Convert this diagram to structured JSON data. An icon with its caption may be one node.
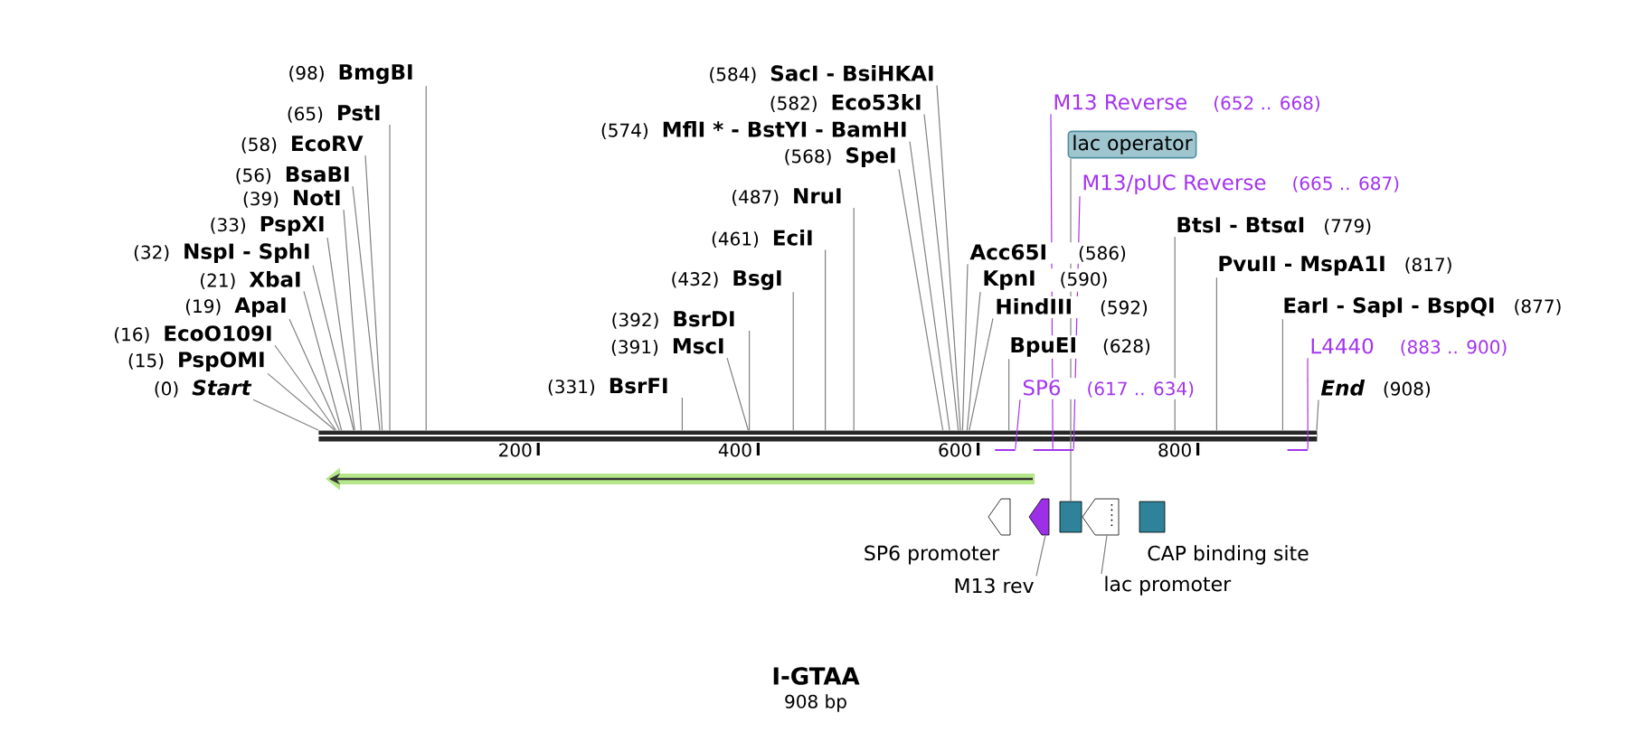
{
  "diagram": {
    "title": "I-GTAA",
    "caption": "908 bp",
    "nodes": [
      {
        "text": [],
        "shape": "bar"
      },
      {
        "text": [
          "(98)",
          "BmgBI"
        ]
      },
      {
        "text": [
          "(65)",
          "PstI"
        ]
      },
      {
        "text": [
          "(58)",
          "EcoRV"
        ]
      },
      {
        "text": [
          "(56)",
          "BsaBI"
        ]
      },
      {
        "text": [
          "(39)",
          "NotI"
        ]
      },
      {
        "text": [
          "(33)",
          "PspXI"
        ]
      },
      {
        "text": [
          "(32)",
          "NspI  - SphI"
        ]
      },
      {
        "text": [
          "(21)",
          "XbaI"
        ]
      },
      {
        "text": [
          "(19)",
          "ApaI"
        ]
      },
      {
        "text": [
          "(16)",
          "EcoO109I"
        ]
      },
      {
        "text": [
          "(15)",
          "PspOMI"
        ]
      },
      {
        "text": [
          "(0)",
          "Start"
        ]
      },
      {
        "text": [
          "(584)",
          "SacI  - BsiHKAI"
        ]
      },
      {
        "text": [
          "(582)",
          "Eco53kI"
        ]
      },
      {
        "text": [
          "(574)",
          "MflI * - BstYI  - BamHI"
        ]
      },
      {
        "text": [
          "(568)",
          "SpeI"
        ]
      },
      {
        "text": [
          "(487)",
          "NruI"
        ]
      },
      {
        "text": [
          "(461)",
          "EciI"
        ]
      },
      {
        "text": [
          "(432)",
          "BsgI"
        ]
      },
      {
        "text": [
          "(392)",
          "BsrDI"
        ]
      },
      {
        "text": [
          "(391)",
          "MscI"
        ]
      },
      {
        "text": [
          "(331)",
          "BsrFI"
        ]
      },
      {
        "text": [
          "Acc65I",
          "(586)"
        ]
      },
      {
        "text": [
          "KpnI",
          "(590)"
        ]
      },
      {
        "text": [
          "HindIII",
          "(592)"
        ]
      },
      {
        "text": [
          "BpuEI",
          "(628)"
        ]
      },
      {
        "text": [
          "BtsI  - BtsαI",
          "(779)"
        ]
      },
      {
        "text": [
          "PvuII  - MspA1I",
          "(817)"
        ]
      },
      {
        "text": [
          "EarI  - SapI  - BspQI",
          "(877)"
        ]
      },
      {
        "text": [
          "End",
          "(908)"
        ]
      },
      {
        "text": [
          "M13 Reverse",
          "(652 .. 668)"
        ]
      },
      {
        "text": [
          "lac operator"
        ]
      },
      {
        "text": [
          "M13/pUC Reverse",
          "(665 .. 687)"
        ]
      },
      {
        "text": [
          "L4440",
          "(883 .. 900)"
        ]
      },
      {
        "text": [
          "SP6",
          "(617 .. 634)"
        ]
      },
      {
        "text": [],
        "shape": "arrow",
        "beside": [
          "SP6 promoter"
        ]
      },
      {
        "text": [],
        "shape": "arrow"
      },
      {
        "text": [],
        "shape": "box"
      },
      {
        "text": [],
        "shape": "arrow"
      },
      {
        "text": [],
        "shape": "box",
        "beside": [
          "CAP binding site"
        ]
      },
      {
        "text": [
          "M13 rev"
        ]
      },
      {
        "text": [
          "lac promoter"
        ]
      }
    ],
    "edges": [
      {
        "from": 1,
        "to": 0,
        "arrow": "none"
      },
      {
        "from": 2,
        "to": 0,
        "arrow": "none"
      },
      {
        "from": 3,
        "to": 0,
        "arrow": "none"
      },
      {
        "from": 4,
        "to": 0,
        "arrow": "none"
      },
      {
        "from": 5,
        "to": 0,
        "arrow": "none"
      },
      {
        "from": 6,
        "to": 0,
        "arrow": "none"
      },
      {
        "from": 7,
        "to": 0,
        "arrow": "none"
      },
      {
        "from": 8,
        "to": 0,
        "arrow": "none"
      },
      {
        "from": 9,
        "to": 0,
        "arrow": "none"
      },
      {
        "from": 10,
        "to": 0,
        "arrow": "none"
      },
      {
        "from": 11,
        "to": 0,
        "arrow": "none"
      },
      {
        "from": 12,
        "to": 0,
        "arrow": "none"
      },
      {
        "from": 13,
        "to": 0,
        "arrow": "none"
      },
      {
        "from": 14,
        "to": 0,
        "arrow": "none"
      },
      {
        "from": 15,
        "to": 0,
        "arrow": "none"
      },
      {
        "from": 16,
        "to": 0,
        "arrow": "none"
      },
      {
        "from": 17,
        "to": 0,
        "arrow": "none"
      },
      {
        "from": 18,
        "to": 0,
        "arrow": "none"
      },
      {
        "from": 19,
        "to": 0,
        "arrow": "none"
      },
      {
        "from": 20,
        "to": 0,
        "arrow": "none"
      },
      {
        "from": 21,
        "to": 0,
        "arrow": "none"
      },
      {
        "from": 22,
        "to": 0,
        "arrow": "none"
      },
      {
        "from": 23,
        "to": 0,
        "arrow": "none"
      },
      {
        "from": 24,
        "to": 0,
        "arrow": "none"
      },
      {
        "from": 25,
        "to": 0,
        "arrow": "none"
      },
      {
        "from": 26,
        "to": 0,
        "arrow": "none"
      },
      {
        "from": 27,
        "to": 0,
        "arrow": "none"
      },
      {
        "from": 28,
        "to": 0,
        "arrow": "none"
      },
      {
        "from": 29,
        "to": 0,
        "arrow": "none"
      },
      {
        "from": 30,
        "to": 0,
        "arrow": "none"
      },
      {
        "from": 31,
        "to": 0,
        "arrow": "none",
        "color": "#a335f0"
      },
      {
        "from": 32,
        "to": 38,
        "arrow": "none"
      },
      {
        "from": 33,
        "to": 0,
        "arrow": "none",
        "color": "#a335f0"
      },
      {
        "from": 34,
        "to": 0,
        "arrow": "none",
        "color": "#a335f0"
      },
      {
        "from": 35,
        "to": 0,
        "arrow": "none",
        "color": "#a335f0"
      },
      {
        "from": 41,
        "to": 37,
        "arrow": "none"
      },
      {
        "from": 42,
        "to": 39,
        "arrow": "none"
      }
    ],
    "labels": [
      "200",
      "400",
      "600",
      "800"
    ]
  }
}
